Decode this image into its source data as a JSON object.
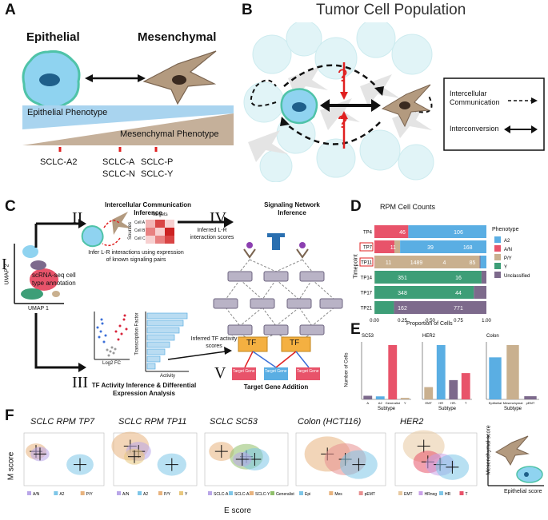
{
  "panel_letters": [
    "A",
    "B",
    "C",
    "D",
    "E",
    "F"
  ],
  "panelA": {
    "epithelial": "Epithelial",
    "mesenchymal": "Mesenchymal",
    "epithelial_phenotype": "Epithelial Phenotype",
    "mesenchymal_phenotype": "Mesenchymal Phenotype",
    "subtypes": [
      "SCLC-A2",
      "SCLC-A",
      "SCLC-N",
      "SCLC-P",
      "SCLC-Y"
    ]
  },
  "panelB": {
    "title": "Tumor Cell Population",
    "legend": [
      "Intercellular Communication",
      "Interconversion"
    ],
    "question": "?"
  },
  "panelC": {
    "step_I": "I",
    "step_II": "II",
    "step_III": "III",
    "step_IV": "IV",
    "step_V": "V",
    "scrna_label": "scRNA-seq cell type annotation",
    "umap1": "UMAP 1",
    "umap2": "UMAP 2",
    "ic_title": "Intercellular Communication Inference",
    "targets": "Targets",
    "sources": "Sources",
    "cells": [
      "Cell A",
      "Cell B",
      "Cell C"
    ],
    "ic_caption": "Infer L-R interactions using expression of known signaling pairs",
    "inferred_lr": "Inferred L-R interaction scores",
    "sn_title": "Signaling Network Inference",
    "inferred_tf": "Inferred TF activity scores",
    "tf": "TF",
    "log2fc": "Log2 FC",
    "activity": "Activity",
    "tf_axis": "Transcription Factor",
    "tf_caption": "TF Activity Inference & Differential Expression Analysis",
    "target_gene": "Target Gene",
    "target_addition": "Target Gene Addition"
  },
  "panelD": {
    "title": "RPM Cell Counts",
    "ylabel": "Timepoint",
    "xlabel": "Proportion of Cells",
    "legend_title": "Phenotype",
    "xticks": [
      "0.00",
      "0.25",
      "0.50",
      "0.75",
      "1.00"
    ]
  },
  "panelE": {
    "ylabel": "Number of Cells",
    "xlabel": "Subtype",
    "charts": [
      "SC53",
      "HER2",
      "Colon"
    ]
  },
  "panelF": {
    "titles": [
      "SCLC RPM TP7",
      "SCLC RPM TP11",
      "SCLC SC53",
      "Colon (HCT116)",
      "HER2"
    ],
    "ylabel": "M score",
    "xlabel": "E score",
    "legends": [
      [
        "A/N",
        "A2",
        "P/Y"
      ],
      [
        "A/N",
        "A2",
        "P/Y",
        "Y"
      ],
      [
        "SCLC-A",
        "SCLC-A2",
        "SCLC-Y",
        "Generalist"
      ],
      [
        "Epi",
        "Mes",
        "pEMT"
      ],
      [
        "EMT",
        "HRneg",
        "HR",
        "T"
      ]
    ],
    "schematic_y": "Mesenchymal score",
    "schematic_x": "Epithelial score"
  },
  "colors": {
    "A2": "#5aaee3",
    "AN": "#e8536a",
    "PY": "#c9b08f",
    "Y": "#3d9e77",
    "Unclassified": "#7d6a8c",
    "red": "#e02020",
    "cell_blue": "#7ec6e8"
  },
  "chart_data": [
    {
      "type": "bar",
      "title": "RPM Cell Counts",
      "orientation": "horizontal-stacked",
      "categories": [
        "TP4",
        "TP7",
        "TP11",
        "TP14",
        "TP17",
        "TP21"
      ],
      "xlabel": "Proportion of Cells",
      "ylabel": "Timepoint",
      "xlim": [
        0,
        1
      ],
      "legend_position": "right",
      "series": [
        {
          "name": "A2",
          "values": [
            106,
            168,
            85,
            0,
            0,
            0
          ]
        },
        {
          "name": "A/N",
          "values": [
            46,
            39,
            4,
            0,
            0,
            1
          ]
        },
        {
          "name": "P/Y",
          "values": [
            0,
            11,
            1489,
            1,
            0,
            0
          ]
        },
        {
          "name": "Y",
          "values": [
            0,
            0,
            0,
            351,
            348,
            162
          ]
        },
        {
          "name": "Unclassified",
          "values": [
            0,
            0,
            11,
            16,
            44,
            771
          ]
        }
      ],
      "bar_labels": [
        [
          "46",
          "106"
        ],
        [
          "11",
          "39",
          "168"
        ],
        [
          "11",
          "1489",
          "4",
          "85"
        ],
        [
          "351",
          "16"
        ],
        [
          "348",
          "44"
        ],
        [
          "162",
          "771"
        ]
      ],
      "boxed_categories": [
        "TP7",
        "TP11"
      ]
    },
    {
      "type": "bar",
      "title": "SC53",
      "xlabel": "Subtype",
      "ylabel": "Number of Cells",
      "categories": [
        "A",
        "A2",
        "Generalist",
        "Y"
      ],
      "values": [
        120,
        100,
        1800,
        50
      ],
      "colors": [
        "#7d6a8c",
        "#5aaee3",
        "#e8536a",
        "#c9b08f"
      ]
    },
    {
      "type": "bar",
      "title": "HER2",
      "xlabel": "Subtype",
      "categories": [
        "EMT",
        "HR",
        "HR-",
        "T"
      ],
      "values": [
        35,
        155,
        55,
        75
      ],
      "colors": [
        "#c9b08f",
        "#5aaee3",
        "#7d6a8c",
        "#e8536a"
      ]
    },
    {
      "type": "bar",
      "title": "Colon",
      "xlabel": "Subtype",
      "categories": [
        "Epithelial",
        "Mesenchymal",
        "pEMT"
      ],
      "values": [
        1200,
        1550,
        90
      ],
      "colors": [
        "#5aaee3",
        "#c9b08f",
        "#7d6a8c"
      ]
    }
  ]
}
